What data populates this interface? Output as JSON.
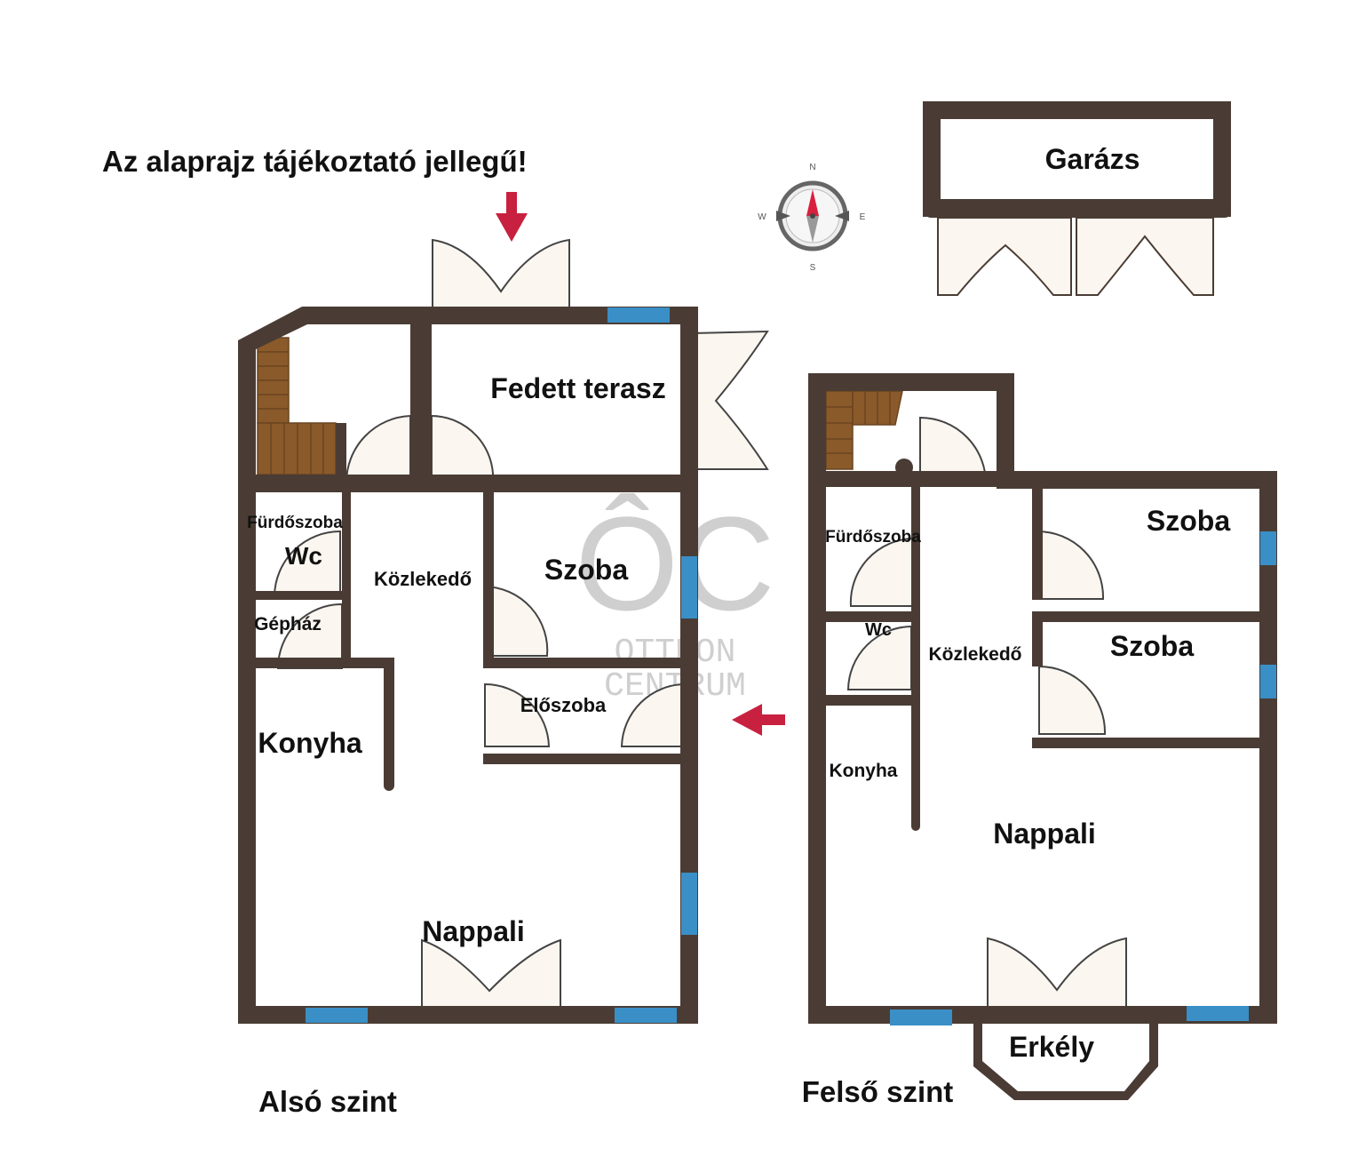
{
  "notice": "Az alaprajz tájékoztató jellegű!",
  "compass": {
    "n": "N",
    "s": "S",
    "e": "E",
    "w": "W"
  },
  "watermark": {
    "logo": "ÔC",
    "line1": "OTTHON",
    "line2": "CENTRUM"
  },
  "lower": {
    "title": "Alsó szint",
    "rooms": {
      "terrace": "Fedett terasz",
      "bathroom": "Fürdőszoba",
      "wc": "Wc",
      "corridor": "Közlekedő",
      "room": "Szoba",
      "boiler": "Gépház",
      "hall": "Előszoba",
      "kitchen": "Konyha",
      "living": "Nappali"
    }
  },
  "upper": {
    "title": "Felső szint",
    "rooms": {
      "room1": "Szoba",
      "room2": "Szoba",
      "bathroom": "Fürdőszoba",
      "wc": "Wc",
      "corridor": "Közlekedő",
      "kitchen": "Konyha",
      "living": "Nappali",
      "balcony": "Erkély"
    }
  },
  "garage": {
    "label": "Garázs"
  },
  "colors": {
    "wall": "#4a3c34",
    "window": "#3a8fc6",
    "door": "#fbf7f0",
    "stairs": "#8a5a2b",
    "arrow": "#c8203f",
    "watermark": "#cfcfcf"
  }
}
